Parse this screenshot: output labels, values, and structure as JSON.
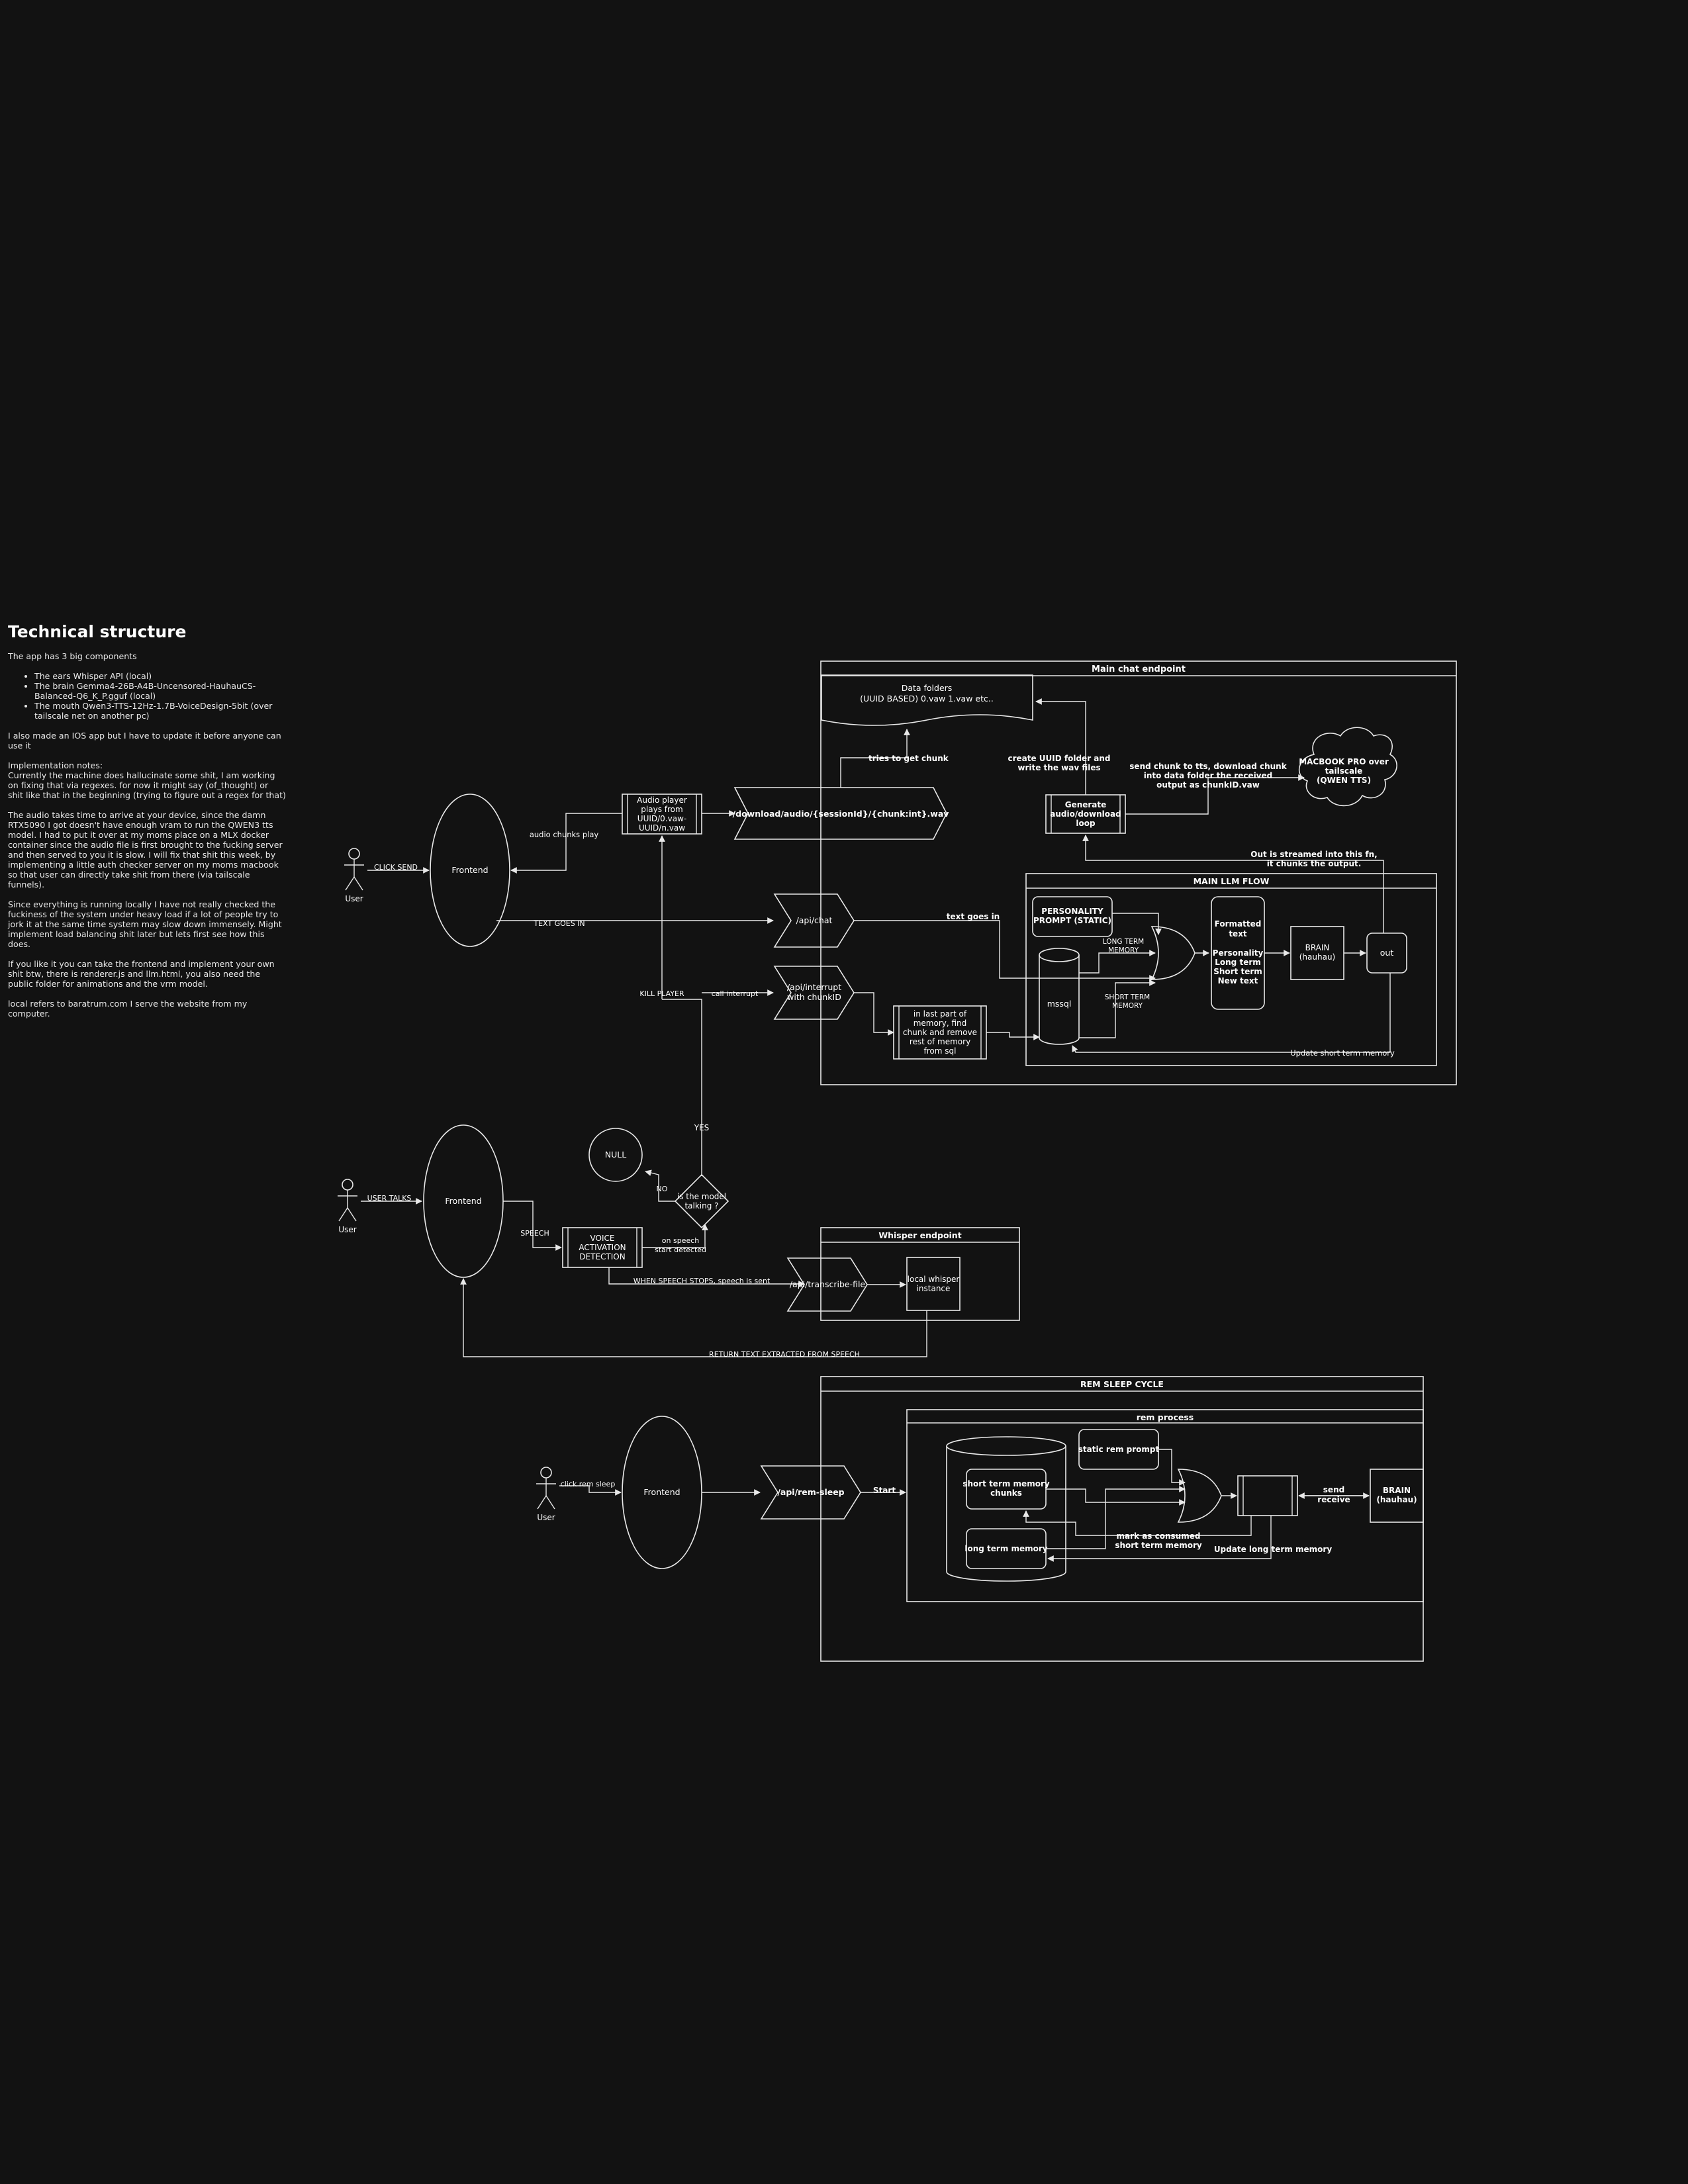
{
  "notes": {
    "title": "Technical structure",
    "intro": "The app has 3 big components",
    "components": [
      "The ears Whisper API (local)",
      "The brain Gemma4-26B-A4B-Uncensored-HauhauCS-Balanced-Q6_K_P.gguf (local)",
      "The mouth Qwen3-TTS-12Hz-1.7B-VoiceDesign-5bit (over tailscale net on another pc)"
    ],
    "ios": "I also made an IOS app but I have to update it before anyone can use it",
    "impl": "Implementation notes:\nCurrently the machine does hallucinate some shit, I am working on fixing that via regexes. for now it might say (of_thought) or shit like that in the beginning (trying to figure out a regex for that)",
    "audio": "The audio takes time to arrive at your device, since the damn RTX5090 I got doesn't have enough vram to run the QWEN3 tts model. I had to put it over at my moms place on a MLX docker container since the audio file is first brought to the fucking server and then served to you it is slow. I will fix that shit this week, by implementing a little auth checker server on my moms macbook so that user can directly take shit from there (via tailscale funnels).",
    "load": "Since everything is running locally I have not really checked the fuckiness of the system under heavy load if a lot of people try to jork it at the same time system may slow down immensely. Might implement load balancing shit later but lets first see how this does.",
    "frontend": "If you like it you can take the frontend and implement your own shit btw, there is renderer.js and llm.html, you also need the public folder for animations and the vrm model.",
    "local": "local refers to baratrum.com I serve the website from my computer."
  },
  "diagram": {
    "chat": {
      "container_title": "Main chat endpoint",
      "data_folders": [
        "Data folders",
        "(UUID BASED) 0.vaw 1.vaw etc.."
      ],
      "tries_chunk": "tries to get chunk",
      "create_folder": [
        "create UUID folder and",
        "write the wav files"
      ],
      "send_tts": [
        "send chunk to tts, download chunk",
        "into data folder the received",
        "output as chunkID.vaw"
      ],
      "macbook": [
        "MACBOOK PRO over",
        "tailscale",
        "(QWEN TTS)"
      ],
      "generate_loop": [
        "Generate",
        "audio/download",
        "loop"
      ],
      "download_endpoint": "/download/audio/{sessionId}/{chunk:int}.wav",
      "audio_player": [
        "Audio player",
        "plays from",
        "UUID/0.vaw-",
        "UUID/n.vaw"
      ],
      "audio_chunks_play": "audio chunks play",
      "click_send": "CLICK SEND",
      "user": "User",
      "frontend": "Frontend",
      "text_goes_in_label": "TEXT GOES IN",
      "api_chat": "/api/chat",
      "text_goes_in": "text goes in",
      "api_interrupt": [
        "/api/interrupt",
        "with chunkID"
      ],
      "kill_player": "KILL PLAYER",
      "call_interrupt": "call interrupt",
      "last_part": [
        "in last part of",
        "memory, find",
        "chunk and remove",
        "rest of memory",
        "from sql"
      ],
      "streamed": [
        "Out is streamed into this fn,",
        "it chunks the output."
      ]
    },
    "llm": {
      "title": "MAIN LLM FLOW",
      "personality": [
        "PERSONALITY",
        "PROMPT (STATIC)"
      ],
      "long_term": [
        "LONG TERM",
        "MEMORY"
      ],
      "short_term": [
        "SHORT TERM",
        "MEMORY"
      ],
      "mssql": "mssql",
      "formatted": [
        "Formatted",
        "text"
      ],
      "formatted_list": [
        "Personality",
        "Long term",
        "Short term",
        "New text"
      ],
      "brain": [
        "BRAIN",
        "(hauhau)"
      ],
      "out": "out",
      "update_stm": "Update short term memory"
    },
    "voice": {
      "user": "User",
      "user_talks": "USER TALKS",
      "frontend": "Frontend",
      "speech": "SPEECH",
      "vad": [
        "VOICE",
        "ACTIVATION",
        "DETECTION"
      ],
      "on_speech": [
        "on speech",
        "start detected"
      ],
      "when_stops": "WHEN SPEECH STOPS, speech is sent",
      "null": "NULL",
      "no": "NO",
      "yes": "YES",
      "decision": [
        "is the model",
        "talking ?"
      ],
      "whisper_title": "Whisper endpoint",
      "transcribe": "/api/transcribe-file",
      "local_whisper": [
        "local whisper",
        "instance"
      ],
      "return_text": "RETURN TEXT EXTRACTED FROM SPEECH"
    },
    "rem": {
      "title": "REM SLEEP CYCLE",
      "process_title": "rem process",
      "user": "User",
      "click_rem": "click rem sleep",
      "frontend": "Frontend",
      "api_rem": "/api/rem-sleep",
      "start": "Start",
      "short_chunks": [
        "short term memory",
        "chunks"
      ],
      "long_memory": "long term memory",
      "static_prompt": "static rem prompt",
      "mark_consumed": [
        "mark as consumed",
        "short term memory"
      ],
      "update_ltm": "Update long term memory",
      "send": "send",
      "receive": "receive",
      "brain": [
        "BRAIN",
        "(hauhau)"
      ]
    }
  }
}
